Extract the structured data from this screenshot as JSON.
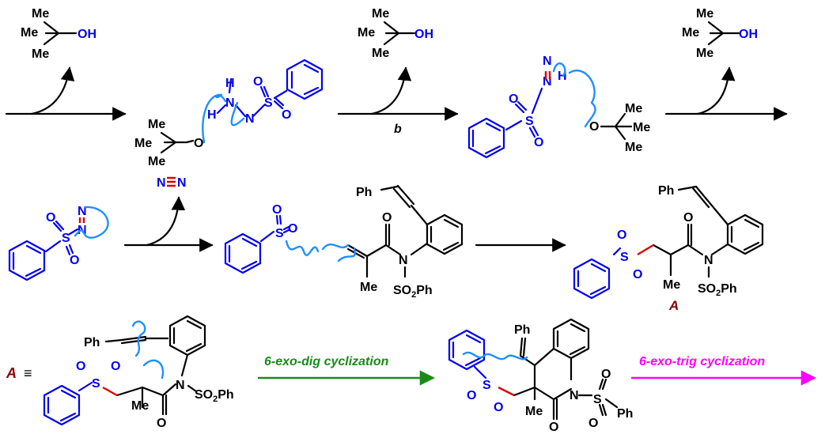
{
  "tBuOH": {
    "me": "Me",
    "oh": "OH"
  },
  "atoms": {
    "N": "N",
    "H": "H",
    "S": "S",
    "O": "O",
    "Me": "Me",
    "Ph": "Ph"
  },
  "step_labels": {
    "b": "b",
    "six_exo_dig": "6-exo-dig cyclization",
    "six_exo_trig": "6-exo-trig cyclization"
  },
  "substituents": {
    "so2ph": "SO₂Ph"
  },
  "intermediate_label": "A",
  "equiv_symbol": "≡",
  "colors": {
    "ink": "#000000",
    "heteroatom": "#0000ee",
    "arrow_curly": "#1e90ff",
    "new_bond": "#e00000",
    "label_A": "#8b0000",
    "arrow_green": "#1a8a1a",
    "arrow_magenta": "#ff00ff"
  }
}
